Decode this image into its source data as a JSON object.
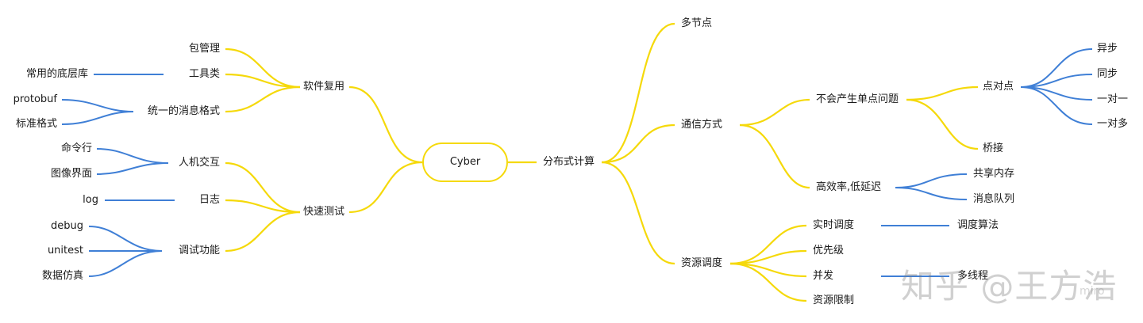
{
  "root": "Cyber",
  "left": {
    "branch1": {
      "label": "软件复用",
      "children": [
        "包管理",
        "工具类",
        "统一的消息格式"
      ]
    },
    "tool_leaf": "常用的底层库",
    "msg_leaves": [
      "protobuf",
      "标准格式"
    ],
    "branch2": {
      "label": "快速测试",
      "children": [
        "人机交互",
        "日志",
        "调试功能"
      ]
    },
    "hci_leaves": [
      "命令行",
      "图像界面"
    ],
    "log_leaf": "log",
    "debug_leaves": [
      "debug",
      "unitest",
      "数据仿真"
    ]
  },
  "right": {
    "main": "分布式计算",
    "children": [
      "多节点",
      "通信方式",
      "资源调度"
    ],
    "comm_children": [
      "不会产生单点问题",
      "高效率,低延迟"
    ],
    "nospof_children": [
      "点对点",
      "桥接"
    ],
    "p2p_leaves": [
      "异步",
      "同步",
      "一对一",
      "一对多"
    ],
    "lowlat_leaves": [
      "共享内存",
      "消息队列"
    ],
    "sched_children": [
      "实时调度",
      "优先级",
      "并发",
      "资源限制"
    ],
    "rt_leaf": "调度算法",
    "conc_leaf": "多线程"
  },
  "watermark": "知乎 @王方浩",
  "logo": "miro",
  "colors": {
    "branch": "#f5d90a",
    "leaf": "#3f7fd6",
    "text": "#1a1a1a"
  }
}
